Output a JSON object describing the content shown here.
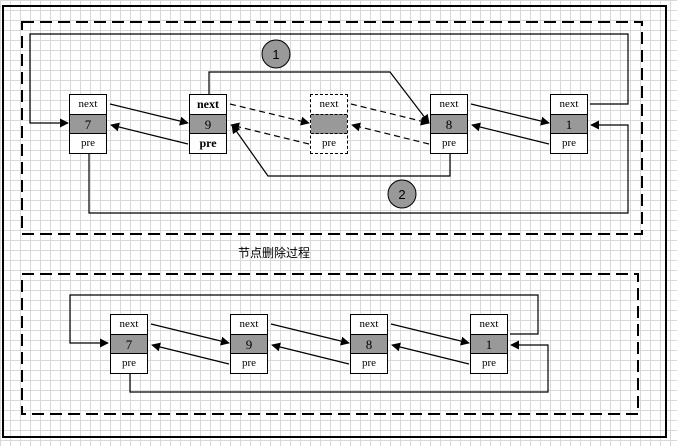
{
  "caption": "节点删除过程",
  "labels": {
    "next": "next",
    "pre": "pre"
  },
  "top_nodes": [
    {
      "value": "7"
    },
    {
      "value": "9"
    },
    {
      "value": ""
    },
    {
      "value": "8"
    },
    {
      "value": "1"
    }
  ],
  "bottom_nodes": [
    {
      "value": "7"
    },
    {
      "value": "9"
    },
    {
      "value": "8"
    },
    {
      "value": "1"
    }
  ],
  "badges": [
    "1",
    "2"
  ],
  "colors": {
    "data_cell": "#999999",
    "grid": "#d9d9d9",
    "badge": "#999999"
  }
}
